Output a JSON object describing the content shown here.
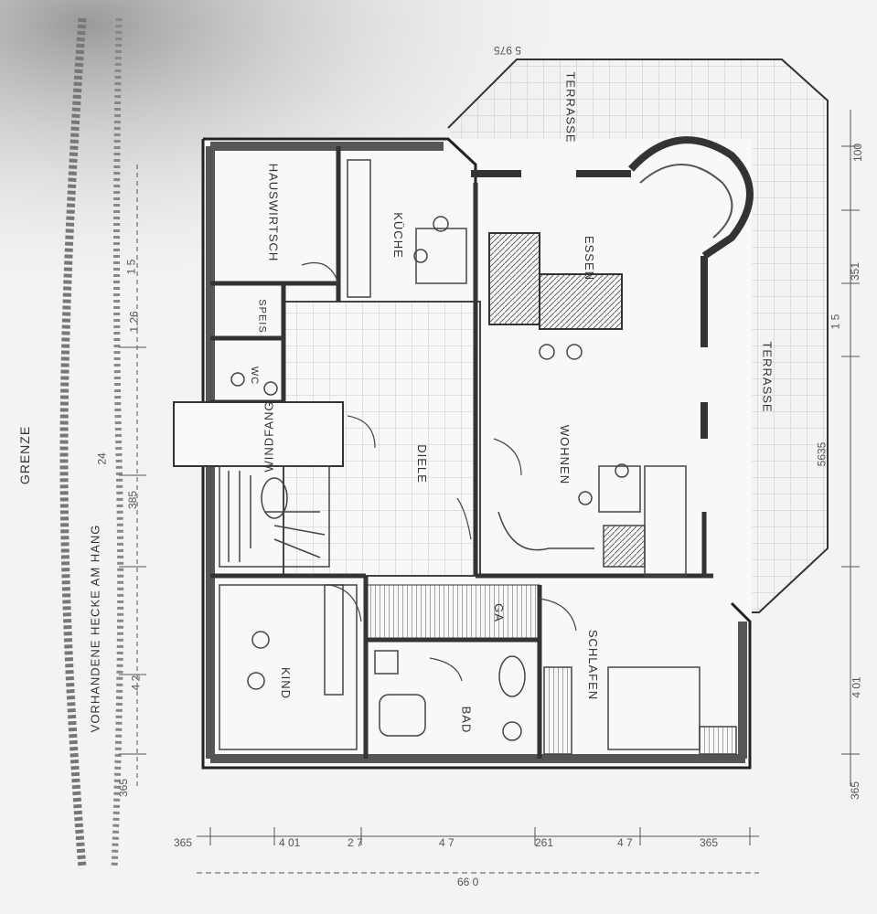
{
  "rooms": {
    "hauswirtsch": "HAUSWIRTSCH",
    "kueche": "KÜCHE",
    "essen": "ESSEN",
    "terrasse_top": "TERRASSE",
    "terrasse_right": "TERRASSE",
    "speis": "SPEIS",
    "wc": "WC",
    "windfang": "WINDFANG",
    "diele": "DIELE",
    "wohnen": "WOHNEN",
    "kind": "KIND",
    "bad": "BAD",
    "ga": "GA",
    "schlafen": "SCHLAFEN"
  },
  "annotations": {
    "grenze": "GRENZE",
    "hecke": "VORHANDENE HECKE AM HANG"
  },
  "dimensions": {
    "right_1": "100",
    "right_2": "351",
    "right_3": "1 5",
    "right_4": "5635",
    "right_5": "4 01",
    "right_6": "365",
    "bottom_1": "365",
    "bottom_2": "4 01",
    "bottom_3": "2 7",
    "bottom_4": "4 7",
    "bottom_5": "261",
    "bottom_6": "4 7",
    "bottom_7": "365",
    "bottom_total": "66 0",
    "left_1": "5 975",
    "left_2": "1 5",
    "left_3": "1 26",
    "left_4": "24",
    "left_5": "385",
    "left_6": "4 2",
    "left_7": "365"
  }
}
